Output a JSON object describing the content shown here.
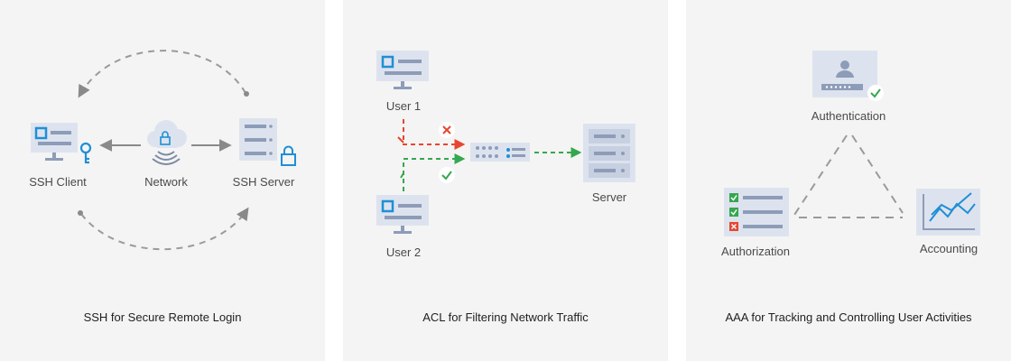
{
  "panels": [
    {
      "labels": {
        "client": "SSH Client",
        "network": "Network",
        "server": "SSH Server"
      },
      "caption": "SSH for Secure Remote Login"
    },
    {
      "labels": {
        "user1": "User 1",
        "user2": "User 2",
        "server": "Server"
      },
      "caption": "ACL for Filtering Network Traffic"
    },
    {
      "labels": {
        "authentication": "Authentication",
        "authorization": "Authorization",
        "accounting": "Accounting"
      },
      "caption": "AAA for Tracking and Controlling User Activities"
    }
  ],
  "colors": {
    "panel_bg": "#f4f4f4",
    "device_fill": "#dde3ee",
    "device_bar": "#8d9cb8",
    "accent_blue": "#1f8fd6",
    "deny_red": "#e8462f",
    "permit_green": "#35a74f",
    "dash_gray": "#9a9a9a"
  }
}
